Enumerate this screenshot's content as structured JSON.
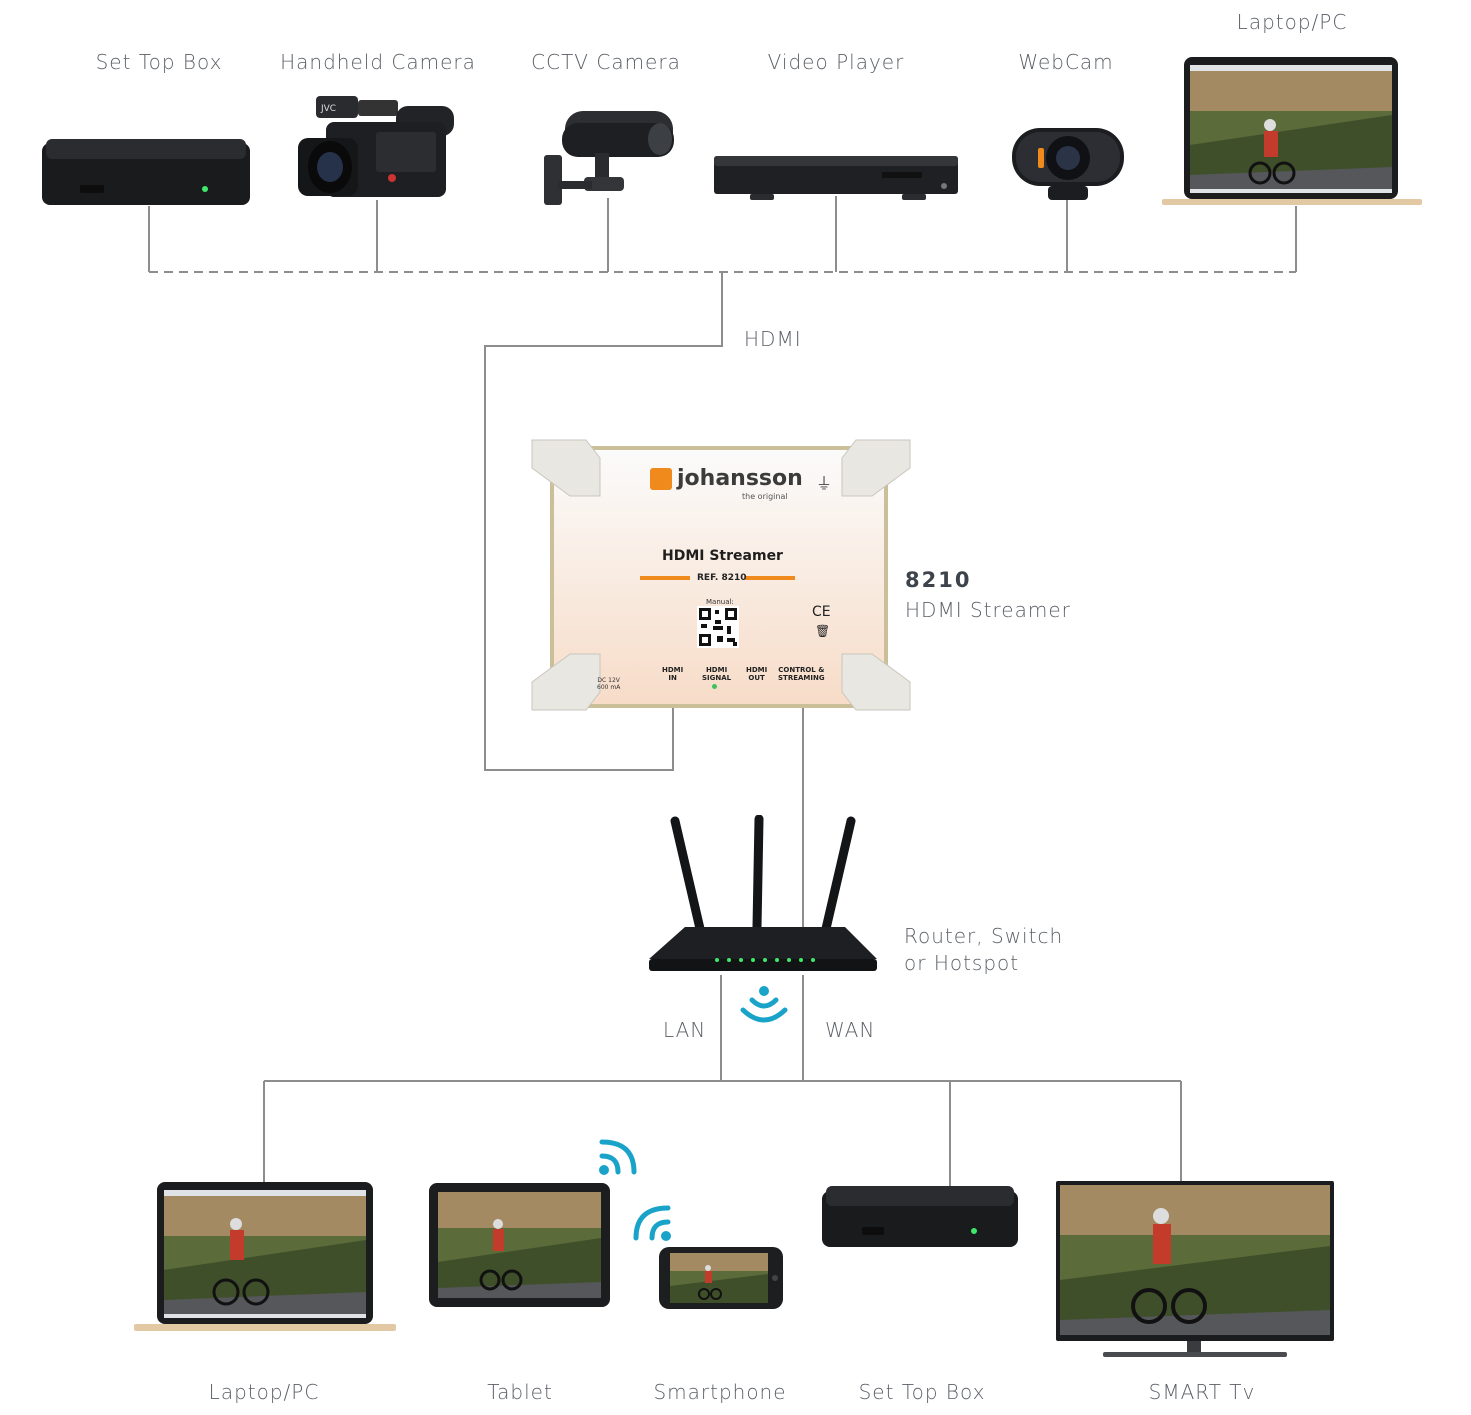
{
  "top_devices": [
    {
      "label": "Set Top Box"
    },
    {
      "label": "Handheld Camera"
    },
    {
      "label": "CCTV Camera"
    },
    {
      "label": "Video Player"
    },
    {
      "label": "WebCam"
    },
    {
      "label": "Laptop/PC"
    }
  ],
  "links": {
    "hdmi": "HDMI",
    "lan": "LAN",
    "wan": "WAN"
  },
  "streamer": {
    "model": "8210",
    "name": "HDMI Streamer",
    "brand": "johansson",
    "tagline": "the original",
    "panel_title": "HDMI Streamer",
    "ref": "REF. 8210",
    "manual": "Manual:",
    "ports": {
      "dc": "DC 12V\n600 mA",
      "hdmi_in": "HDMI\nIN",
      "hdmi_signal": "HDMI\nSIGNAL",
      "hdmi_out": "HDMI\nOUT",
      "control": "CONTROL &\nSTREAMING"
    },
    "ce": "CE"
  },
  "router": {
    "label_line1": "Router, Switch",
    "label_line2": "or Hotspot"
  },
  "bottom_devices": [
    {
      "label": "Laptop/PC"
    },
    {
      "label": "Tablet"
    },
    {
      "label": "Smartphone"
    },
    {
      "label": "Set Top Box"
    },
    {
      "label": "SMART Tv"
    }
  ],
  "colors": {
    "line": "#8d8d8d",
    "wifi": "#1aa3c8",
    "accent_orange": "#f08a1c",
    "device_dark": "#1e1f21"
  }
}
